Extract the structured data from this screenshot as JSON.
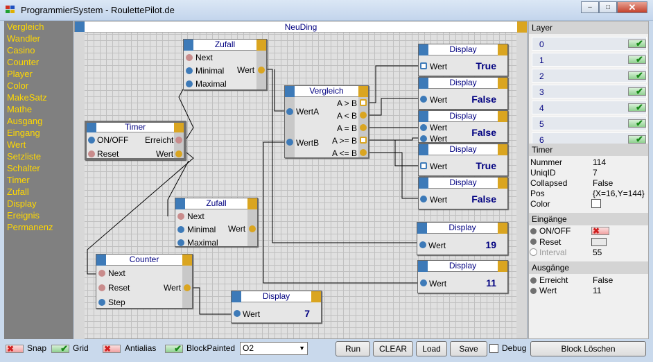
{
  "window": {
    "title": "ProgrammierSystem - RoulettePilot.de",
    "min": "–",
    "max": "□",
    "close": "✕"
  },
  "palette": [
    "Vergleich",
    "Wandler",
    "Casino",
    "Counter",
    "Player",
    "Color",
    "MakeSatz",
    "Mathe",
    "Ausgang",
    "Eingang",
    "Wert",
    "Setzliste",
    "Schalter",
    "Timer",
    "Zufall",
    "Display",
    "Ereignis",
    "Permanenz"
  ],
  "canvas": {
    "title": "NeuDing"
  },
  "blocks": {
    "zufall1": {
      "title": "Zufall",
      "in": [
        "Next",
        "Minimal",
        "Maximal"
      ],
      "out": "Wert"
    },
    "timer": {
      "title": "Timer",
      "in": [
        "ON/OFF",
        "Reset"
      ],
      "out": [
        "Erreicht",
        "Wert"
      ]
    },
    "vergleich": {
      "title": "Vergleich",
      "in": [
        "WertA",
        "WertB"
      ],
      "out": [
        "A > B",
        "A < B",
        "A = B",
        "A >= B",
        "A <= B"
      ]
    },
    "zufall2": {
      "title": "Zufall",
      "in": [
        "Next",
        "Minimal",
        "Maximal"
      ],
      "out": "Wert"
    },
    "counter": {
      "title": "Counter",
      "in": [
        "Next",
        "Reset",
        "Step"
      ],
      "out": "Wert"
    },
    "display_bottom": {
      "title": "Display",
      "in": "Wert",
      "value": "7"
    },
    "displays": [
      {
        "title": "Display",
        "in": "Wert",
        "value": "True"
      },
      {
        "title": "Display",
        "in": "Wert",
        "value": "False"
      },
      {
        "title": "Display",
        "in": [
          "Wert",
          "Wert"
        ],
        "value": "False"
      },
      {
        "title": "Display",
        "in": "Wert",
        "value": "True"
      },
      {
        "title": "Display",
        "in": "Wert",
        "value": "False"
      },
      {
        "title": "Display",
        "in": "Wert",
        "value": "19"
      },
      {
        "title": "Display",
        "in": "Wert",
        "value": "11"
      }
    ]
  },
  "layers": {
    "header": "Layer",
    "items": [
      "0",
      "1",
      "2",
      "3",
      "4",
      "5",
      "6"
    ]
  },
  "properties": {
    "header": "Timer",
    "rows": [
      [
        "Nummer",
        "114"
      ],
      [
        "UniqID",
        "7"
      ],
      [
        "Collapsed",
        "False"
      ],
      [
        "Pos",
        "{X=16,Y=144}"
      ],
      [
        "Color",
        ""
      ]
    ]
  },
  "eingaenge": {
    "header": "Eingänge",
    "rows": [
      [
        "ON/OFF",
        ""
      ],
      [
        "Reset",
        ""
      ],
      [
        "Interval",
        "55"
      ]
    ]
  },
  "ausgaenge": {
    "header": "Ausgänge",
    "rows": [
      [
        "Erreicht",
        "False"
      ],
      [
        "Wert",
        "11"
      ]
    ]
  },
  "bottom": {
    "snap": "Snap",
    "grid": "Grid",
    "antialias": "Antialias",
    "blockpainted": "BlockPainted",
    "combo": "O2",
    "run": "Run",
    "clear": "CLEAR",
    "load": "Load",
    "save": "Save",
    "debug": "Debug",
    "delete": "Block Löschen"
  }
}
